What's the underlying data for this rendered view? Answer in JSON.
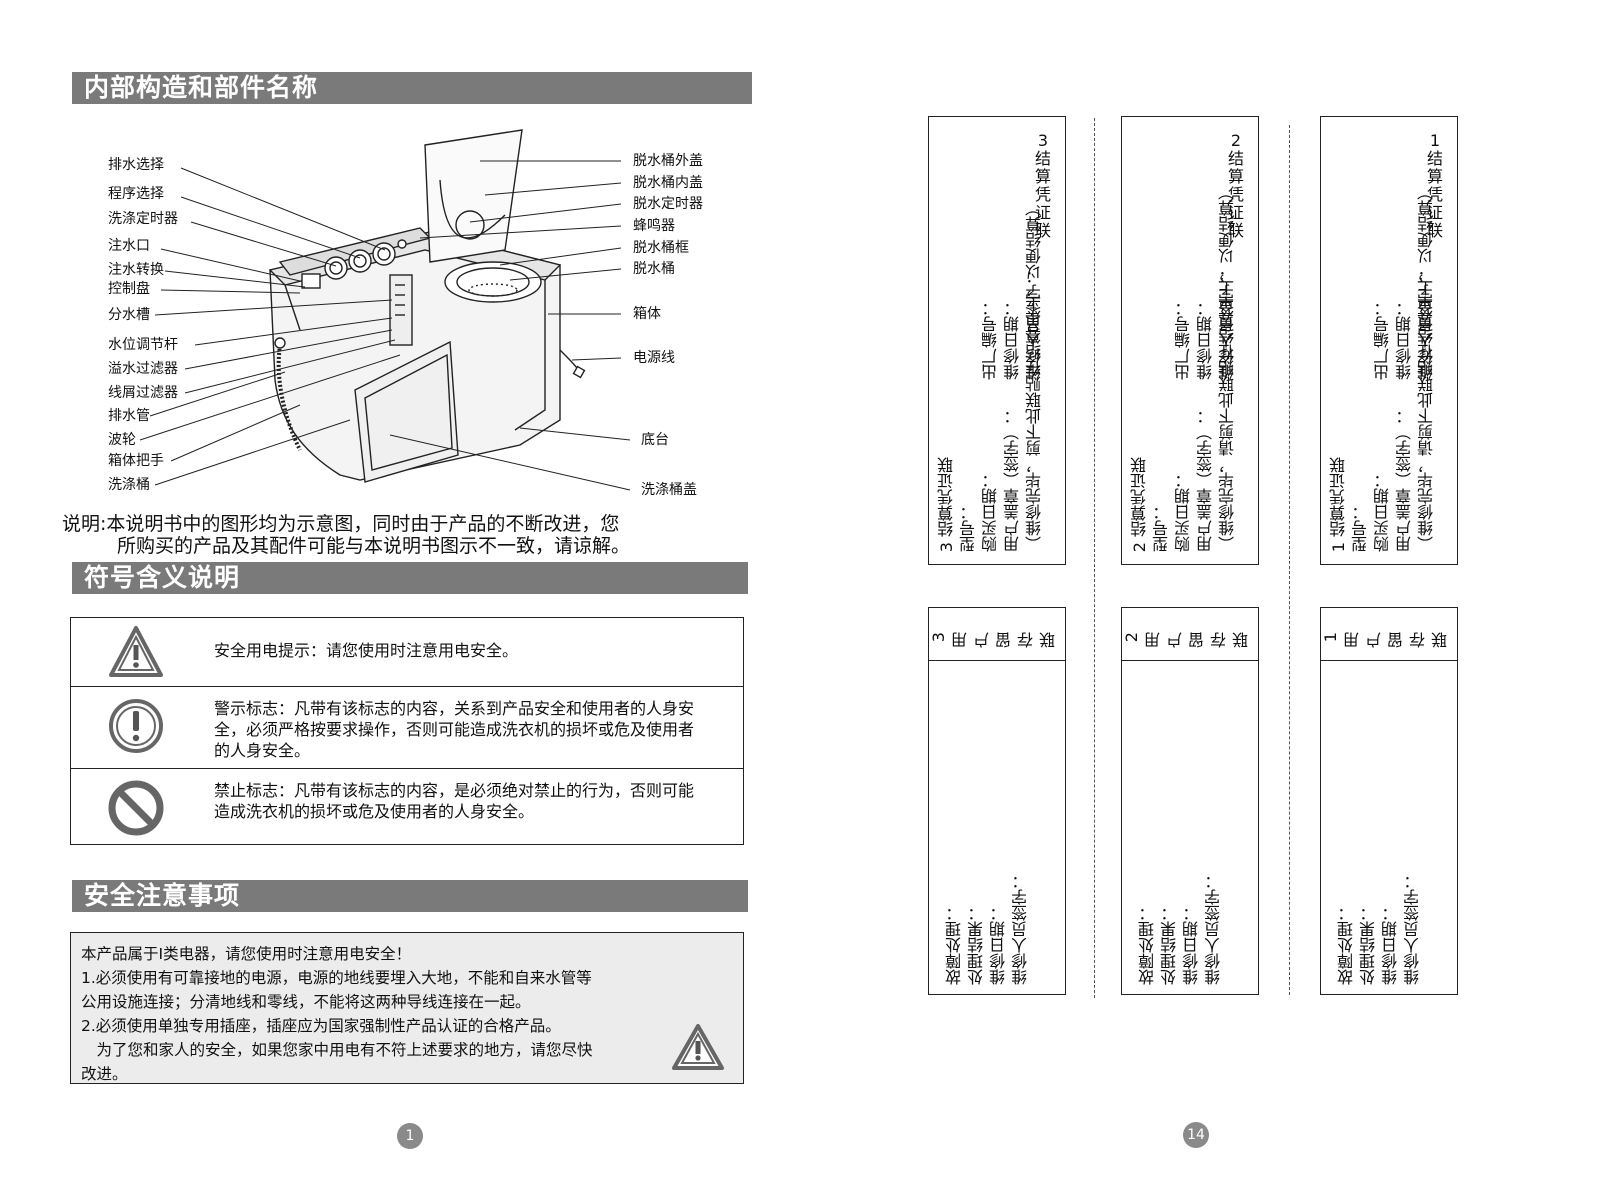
{
  "left_page": {
    "section1_title": "内部构造和部件名称",
    "labels_left": [
      "排水选择",
      "程序选择",
      "洗涤定时器",
      "注水口",
      "注水转换",
      "控制盘",
      "分水槽",
      "水位调节杆",
      "溢水过滤器",
      "线屑过滤器",
      "排水管",
      "波轮",
      "箱体把手",
      "洗涤桶"
    ],
    "labels_right": [
      "脱水桶外盖",
      "脱水桶内盖",
      "脱水定时器",
      "蜂鸣器",
      "脱水桶框",
      "脱水桶",
      "箱体",
      "电源线",
      "底台",
      "洗涤桶盖"
    ],
    "note_line1": "说明:本说明书中的图形均为示意图，同时由于产品的不断改进，您",
    "note_line2": "所购买的产品及其配件可能与本说明书图示不一致，请谅解。",
    "section2_title": "符号含义说明",
    "symbols": [
      {
        "icon": "warning-triangle-icon",
        "text": "安全用电提示：请您使用时注意用电安全。"
      },
      {
        "icon": "exclamation-circle-icon",
        "text": "警示标志：凡带有该标志的内容，关系到产品安全和使用者的人身安全，必须严格按要求操作，否则可能造成洗衣机的损坏或危及使用者的人身安全。"
      },
      {
        "icon": "prohibition-icon",
        "text": "禁止标志：凡带有该标志的内容，是必须绝对禁止的行为，否则可能造成洗衣机的损坏或危及使用者的人身安全。"
      }
    ],
    "section3_title": "安全注意事项",
    "safety_lines": [
      "本产品属于I类电器，请您使用时注意用电安全！",
      "1.必须使用有可靠接地的电源，电源的地线要埋入大地，不能和自来水管等",
      "公用设施连接；分清地线和零线，不能将这两种导线连接在一起。",
      "2.必须使用单独专用插座，插座应为国家强制性产品认证的合格产品。",
      "　为了您和家人的安全，如果您家中用电有不符上述要求的地方，请您尽快",
      "改进。"
    ],
    "page_number": "1"
  },
  "right_page": {
    "page_number": "14",
    "cards": [
      {
        "num": "3",
        "settle_header": [
          "3",
          "结",
          "算",
          "凭",
          "证",
          "联"
        ],
        "settle_col1": [
          "3  结算凭证联",
          "型号：",
          "购买日期：",
          "用户盖章（签字）：",
          "（维修完毕，剪下此联贴在结算单上，以便结算）"
        ],
        "settle_col2": [
          "出厂编号：",
          "维修日期：",
          "维修人员签字："
        ],
        "user_header": [
          "3",
          "用",
          "户",
          "留",
          "存",
          "联"
        ],
        "user_lines": [
          "故障处理：",
          "处理结果：",
          "维修日期：",
          "维修人员签字："
        ]
      },
      {
        "num": "2",
        "settle_header": [
          "2",
          "结",
          "算",
          "凭",
          "证",
          "联"
        ],
        "settle_col1": [
          "2  结算凭证联",
          "型号：",
          "购买日期：",
          "用户盖章（签字）：",
          "（维修完毕，请剪下此联贴在结算单上，以便结算）"
        ],
        "settle_col2": [
          "出厂编号：",
          "维修日期：",
          "维修人员签字："
        ],
        "user_header": [
          "2",
          "用",
          "户",
          "留",
          "存",
          "联"
        ],
        "user_lines": [
          "故障处理：",
          "处理结果：",
          "维修日期：",
          "维修人员签字："
        ]
      },
      {
        "num": "1",
        "settle_header": [
          "1",
          "结",
          "算",
          "凭",
          "证",
          "联"
        ],
        "settle_col1": [
          "1  结算凭证联",
          "型号：",
          "购买日期：",
          "用户盖章（签字）：",
          "（维修完毕，请剪下此联贴在结算单上，以便结算）"
        ],
        "settle_col2": [
          "出厂编号：",
          "维修日期：",
          "维修人员签字："
        ],
        "user_header": [
          "1",
          "用",
          "户",
          "留",
          "存",
          "联"
        ],
        "user_lines": [
          "故障处理：",
          "处理结果：",
          "维修日期：",
          "维修人员签字："
        ]
      }
    ]
  }
}
